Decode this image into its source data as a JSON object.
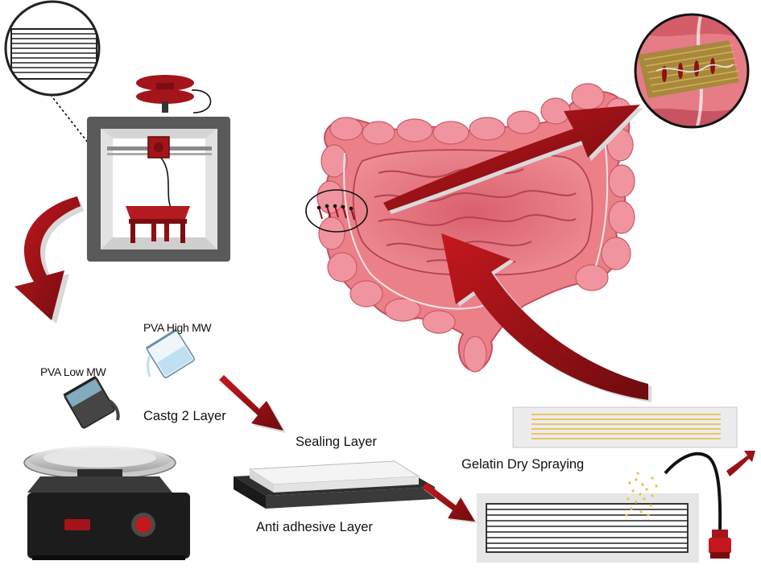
{
  "labels": {
    "pva_high": "PVA High MW",
    "pva_low": "PVA Low MW",
    "casting": "Castg 2 Layer",
    "sealing": "Sealing Layer",
    "gelatin": "Gelatin Dry Spraying",
    "anti_adhesive": "Anti adhesive Layer"
  },
  "colors": {
    "arrow_red": "#9b1114",
    "intestine_pink": "#ec8089",
    "intestine_dark": "#c44f5c",
    "printer_gray": "#5a5a5a",
    "printer_red": "#a3141b",
    "gelatin_yellow": "#e8c440"
  },
  "icons": [
    "magnifier-lines-icon",
    "3d-printer-icon",
    "intestine-icon",
    "zoom-patch-icon",
    "beaker-high-icon",
    "beaker-low-icon",
    "hotplate-icon",
    "film-stack-icon",
    "spray-nozzle-icon",
    "striped-patch-icon"
  ]
}
